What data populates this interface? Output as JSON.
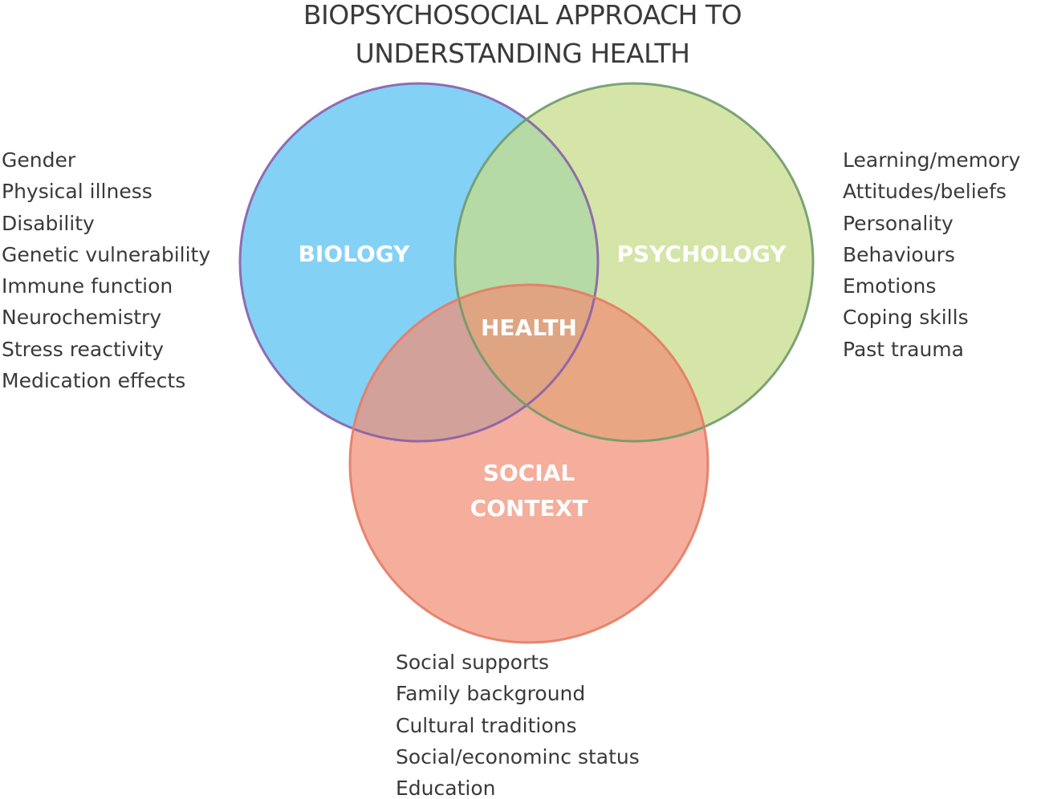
{
  "title": {
    "line1": "BIOPSYCHOSOCIAL APPROACH TO",
    "line2": "UNDERSTANDING HEALTH"
  },
  "circles": {
    "biology": {
      "label": "BIOLOGY",
      "fill": "#6ec9f4",
      "stroke": "#8a5fa8"
    },
    "psychology": {
      "label": "PSYCHOLOGY",
      "fill": "#c6dc8a",
      "stroke": "#6f9a6b"
    },
    "social": {
      "label_line1": "SOCIAL",
      "label_line2": "CONTEXT",
      "fill": "#f08f74",
      "stroke": "#e57b64"
    },
    "center_label": "HEALTH"
  },
  "factors": {
    "biology": [
      "Gender",
      "Physical illness",
      "Disability",
      "Genetic vulnerability",
      "Immune function",
      "Neurochemistry",
      "Stress reactivity",
      "Medication effects"
    ],
    "psychology": [
      "Learning/memory",
      "Attitudes/beliefs",
      "Personality",
      "Behaviours",
      "Emotions",
      "Coping skills",
      "Past trauma"
    ],
    "social": [
      "Social supports",
      "Family background",
      "Cultural traditions",
      "Social/econominc status",
      "Education"
    ]
  }
}
